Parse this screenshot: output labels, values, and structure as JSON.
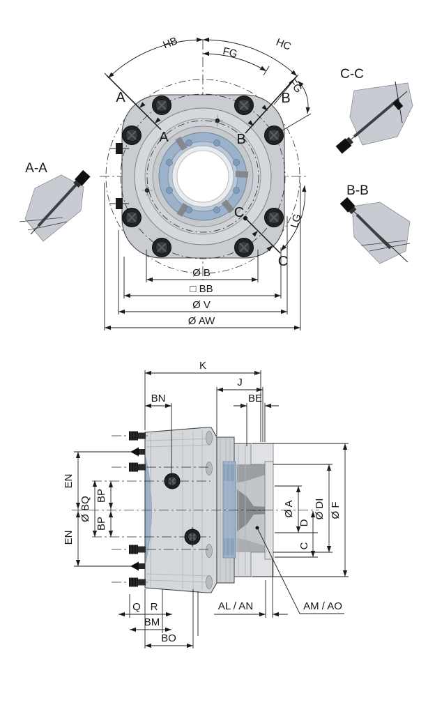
{
  "page": {
    "background": "#ffffff",
    "line_color": "#1b1b1b"
  },
  "palette": {
    "body_light": "#d5d8db",
    "body_mid": "#c9ccd0",
    "body_shadow": "#9ba0a5",
    "detail_grey": "#c8ccd2",
    "blue_ring": "#9cb2cb",
    "blue_light": "#b9c8d9",
    "blue_strip": "#9db4cd",
    "blue_block": "#8ba2bf",
    "screw_dark": "#1f2124",
    "bore_white": "#ffffff"
  },
  "top_view": {
    "angle_dims": {
      "hb": "HB",
      "hc": "HC",
      "fg_inner": "FG",
      "fg_outer": "FG",
      "lg": "LG"
    },
    "section_marks": {
      "a_outer": "A",
      "a_inner": "A",
      "b_outer": "B",
      "b_inner": "B",
      "c_inner": "C",
      "c_outer": "C"
    },
    "dia_dims": {
      "b": "Ø B",
      "bb": "□ BB",
      "v": "Ø V",
      "aw": "Ø AW"
    }
  },
  "detail_views": {
    "aa": "A-A",
    "bb": "B-B",
    "cc": "C-C"
  },
  "side_view": {
    "top_dims": {
      "k": "K",
      "j": "J",
      "bn": "BN",
      "be": "BE"
    },
    "left_dims": {
      "en_top": "EN",
      "en_bottom": "EN",
      "bq": "Ø BQ",
      "bp_top": "BP",
      "bp_bottom": "BP"
    },
    "right_dims": {
      "a": "Ø A",
      "d": "D",
      "c": "C",
      "di": "Ø DI",
      "f": "Ø F"
    },
    "bottom_dims": {
      "q": "Q",
      "r": "R",
      "bm": "BM",
      "bo": "BO",
      "al_an": "AL / AN",
      "am_ao": "AM / AO"
    }
  }
}
